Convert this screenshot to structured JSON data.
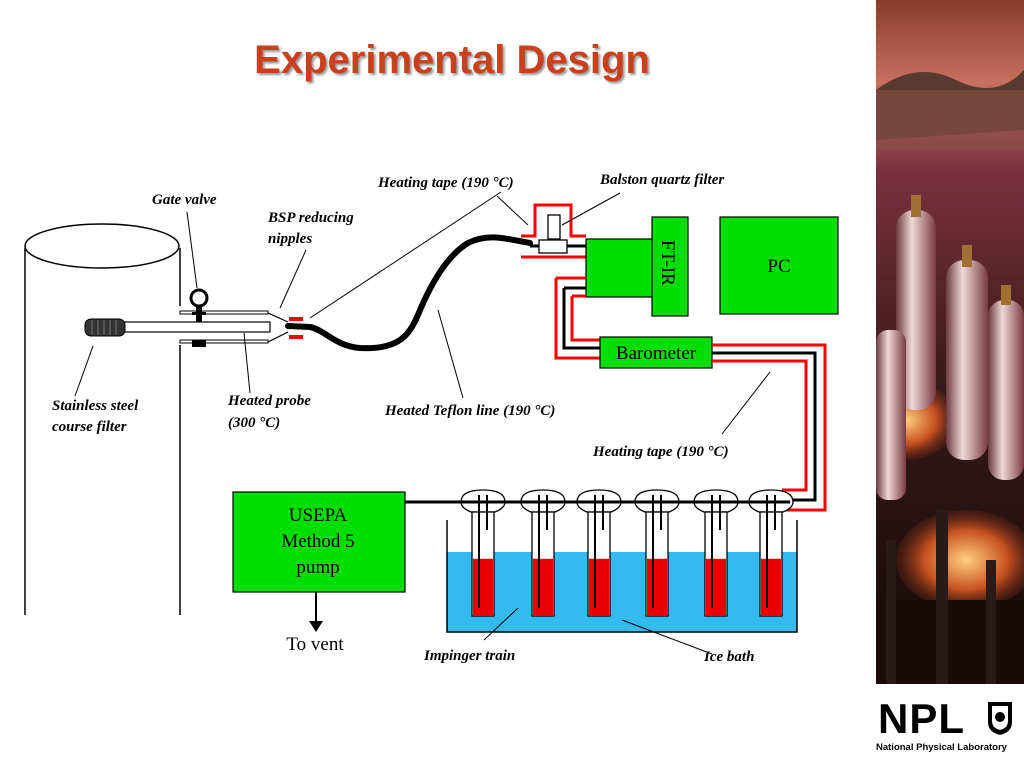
{
  "title": "Experimental Design",
  "labels": {
    "gate_valve": "Gate valve",
    "bsp_line1": "BSP reducing",
    "bsp_line2": "nipples",
    "heating_tape_top": "Heating tape (190 °C)",
    "balston": "Balston quartz filter",
    "stainless_line1": "Stainless steel",
    "stainless_line2": "course filter",
    "heated_probe_line1": "Heated probe",
    "heated_probe_line2": "(300 °C)",
    "teflon_line": "Heated Teflon line (190 °C)",
    "heating_tape_right": "Heating tape (190 °C)",
    "impinger_train": "Impinger train",
    "ice_bath": "Ice bath"
  },
  "boxes": {
    "ftir": "FT-IR",
    "pc": "PC",
    "barometer": "Barometer",
    "pump_line1": "USEPA",
    "pump_line2": "Method 5",
    "pump_line3": "pump",
    "to_vent": "To vent"
  },
  "logo": {
    "acronym": "NPL",
    "subtitle": "National Physical Laboratory"
  },
  "colors": {
    "title": "#c8401c",
    "box_green": "#00dd00",
    "heating_red": "#ff0000",
    "ice_blue": "#33bbee"
  },
  "impinger_fill_levels": [
    0.55,
    0.55,
    0.55,
    0.55,
    0.55,
    0.55
  ]
}
